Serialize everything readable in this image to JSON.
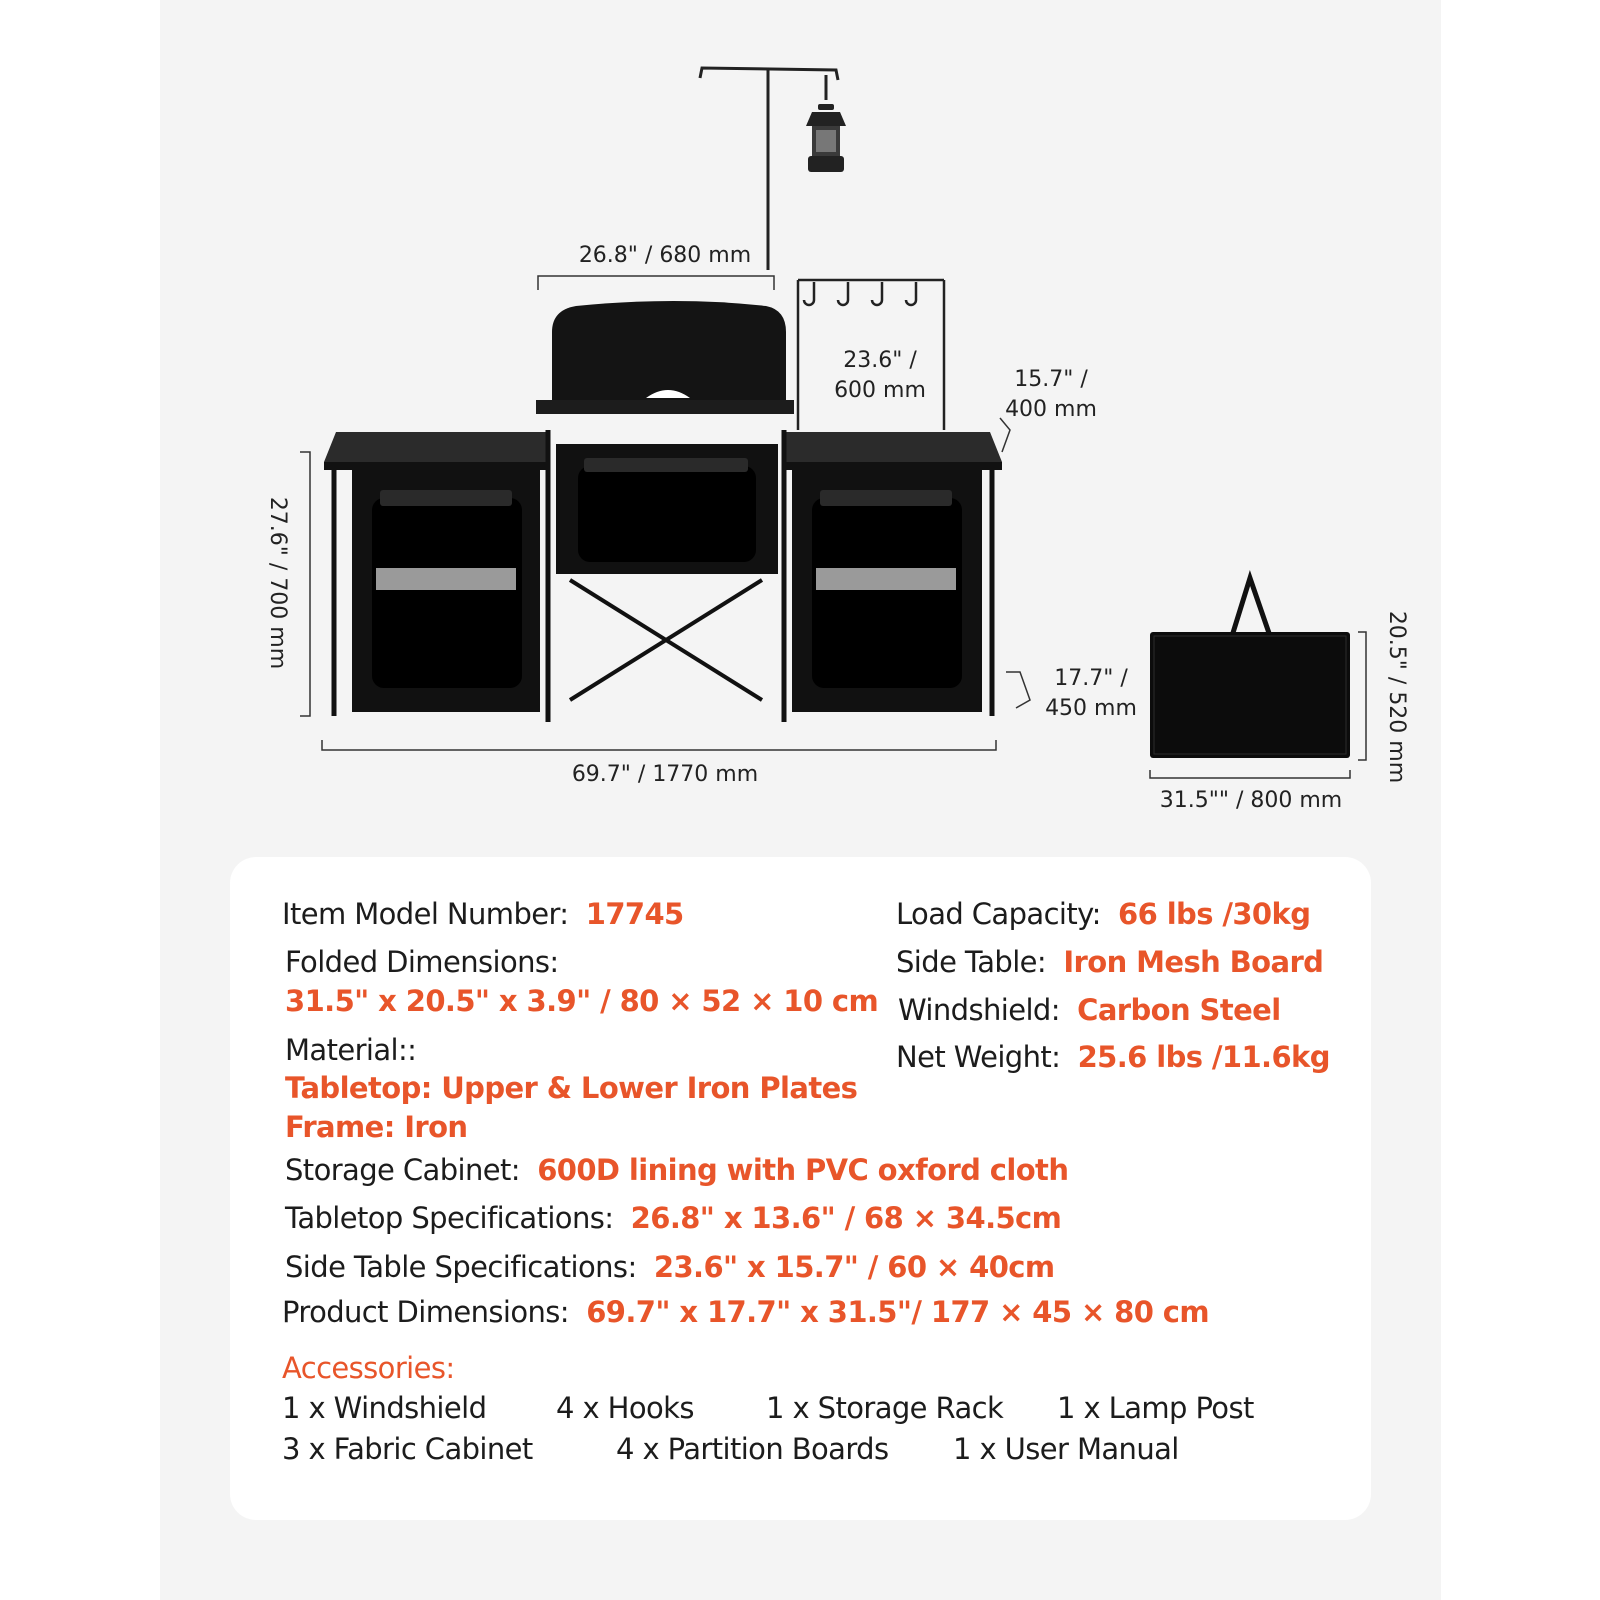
{
  "dimensions": {
    "tabletop_width": "26.8\" / 680 mm",
    "side_table_width_a": "23.6\" /",
    "side_table_width_b": "600 mm",
    "side_depth_a": "15.7\" /",
    "side_depth_b": "400 mm",
    "height": "27.6\" / 700 mm",
    "depth_a": "17.7\" /",
    "depth_b": "450 mm",
    "total_width": "69.7\" / 1770 mm",
    "bag_width": "31.5\"\" / 800 mm",
    "bag_height": "20.5\" / 520 mm"
  },
  "specs": {
    "model": {
      "label": "Item Model Number:",
      "value": "17745"
    },
    "folded": {
      "label": "Folded Dimensions:",
      "value": "31.5\" x 20.5\" x 3.9\" / 80 × 52 × 10 cm"
    },
    "material": {
      "label": "Material::",
      "value1": "Tabletop: Upper & Lower Iron Plates",
      "value2": "Frame: Iron"
    },
    "storage": {
      "label": "Storage Cabinet:",
      "value": "600D lining with PVC oxford cloth"
    },
    "tabletop": {
      "label": "Tabletop Specifications:",
      "value": "26.8\" x 13.6\" / 68 × 34.5cm"
    },
    "side_table_spec": {
      "label": "Side Table Specifications:",
      "value": "23.6\" x 15.7\" / 60 × 40cm"
    },
    "product": {
      "label": "Product Dimensions:",
      "value": "69.7\" x 17.7\" x 31.5\"/ 177 × 45 × 80 cm"
    },
    "load": {
      "label": "Load Capacity:",
      "value": "66 lbs /30kg"
    },
    "side_table": {
      "label": "Side Table:",
      "value": "Iron Mesh Board"
    },
    "windshield": {
      "label": "Windshield:",
      "value": "Carbon Steel"
    },
    "weight": {
      "label": "Net Weight:",
      "value": "25.6 lbs /11.6kg"
    }
  },
  "accessories": {
    "title": "Accessories:",
    "row1": [
      "1 x Windshield",
      "4 x Hooks",
      "1 x Storage Rack",
      "1 x Lamp Post"
    ],
    "row2": [
      "3 x Fabric Cabinet",
      "4 x Partition Boards",
      "1 x User Manual"
    ]
  },
  "colors": {
    "accent": "#e8552a",
    "text": "#1c1c1c",
    "panel": "#f4f4f4",
    "product": "#111111"
  }
}
